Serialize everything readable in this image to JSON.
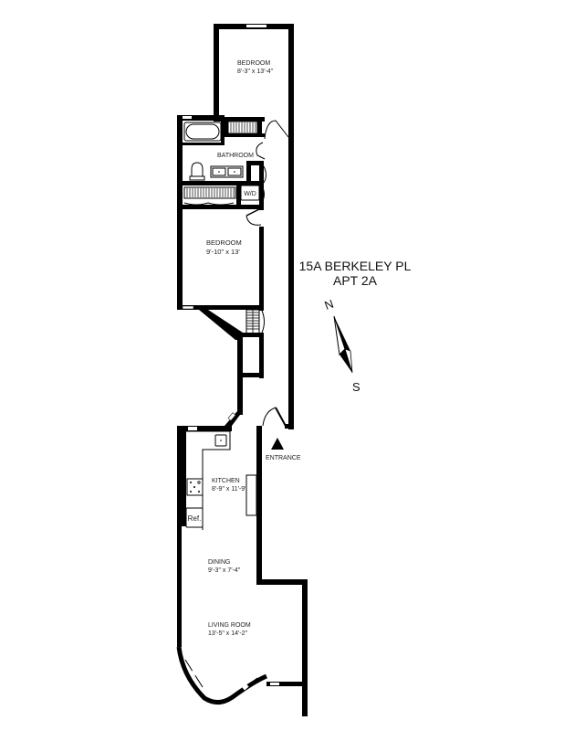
{
  "title": {
    "address": "15A BERKELEY PL",
    "unit": "APT 2A"
  },
  "compass": {
    "north": "N",
    "south": "S"
  },
  "entrance_label": "ENTRANCE",
  "rooms": [
    {
      "name": "BEDROOM",
      "dimensions": "8'-3\" x 13'-4\""
    },
    {
      "name": "BATHROOM",
      "dimensions": ""
    },
    {
      "name": "BEDROOM",
      "dimensions": "9'-10\" x 13'"
    },
    {
      "name": "KITCHEN",
      "dimensions": "8'-9\" x 11'-9\""
    },
    {
      "name": "DINING",
      "dimensions": "9'-3\" x 7'-4\""
    },
    {
      "name": "LIVING ROOM",
      "dimensions": "13'-5\" x 14'-2\""
    }
  ],
  "fixtures": {
    "washer_dryer": "W/D",
    "refrigerator": "Ref."
  }
}
